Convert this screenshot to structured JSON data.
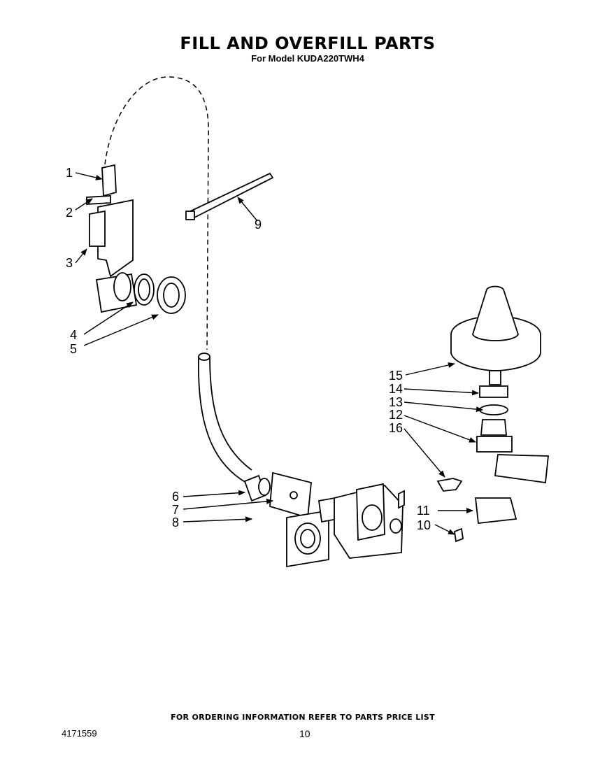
{
  "header": {
    "title": "FILL AND OVERFILL PARTS",
    "subtitle": "For Model KUDA220TWH4"
  },
  "callouts": [
    {
      "id": "c1",
      "label": "1"
    },
    {
      "id": "c2",
      "label": "2"
    },
    {
      "id": "c3",
      "label": "3"
    },
    {
      "id": "c4",
      "label": "4"
    },
    {
      "id": "c5",
      "label": "5"
    },
    {
      "id": "c6",
      "label": "6"
    },
    {
      "id": "c7",
      "label": "7"
    },
    {
      "id": "c8",
      "label": "8"
    },
    {
      "id": "c9",
      "label": "9"
    },
    {
      "id": "c10",
      "label": "10"
    },
    {
      "id": "c11",
      "label": "11"
    },
    {
      "id": "c12",
      "label": "12"
    },
    {
      "id": "c13",
      "label": "13"
    },
    {
      "id": "c14",
      "label": "14"
    },
    {
      "id": "c15",
      "label": "15"
    },
    {
      "id": "c16",
      "label": "16"
    }
  ],
  "footer": {
    "note": "FOR ORDERING INFORMATION REFER TO PARTS PRICE LIST",
    "doc_number": "4171559",
    "page_number": "10"
  }
}
